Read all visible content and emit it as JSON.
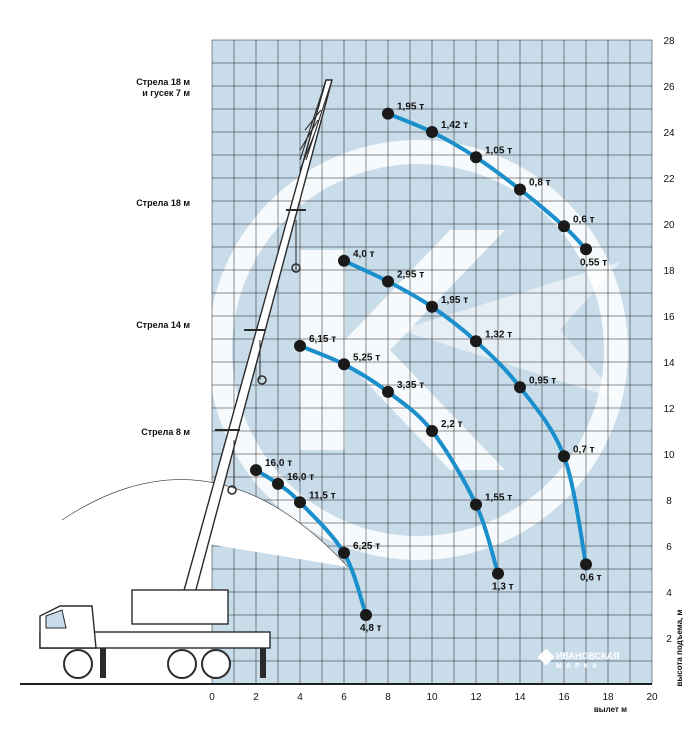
{
  "chart_data": {
    "type": "line",
    "xlabel": "вылет  м",
    "ylabel": "высота подъема, м",
    "xlim": [
      0,
      20
    ],
    "ylim": [
      0,
      28
    ],
    "x_ticks": [
      "0",
      "2",
      "4",
      "6",
      "8",
      "10",
      "12",
      "14",
      "16",
      "18",
      "20"
    ],
    "y_ticks": [
      "2",
      "4",
      "6",
      "8",
      "10",
      "12",
      "14",
      "16",
      "18",
      "20",
      "22",
      "24",
      "26",
      "28"
    ],
    "grid": true,
    "series": [
      {
        "name": "Стрела 8 м",
        "points": [
          {
            "x": 2.0,
            "y": 9.3,
            "label": "16,0 т"
          },
          {
            "x": 3.0,
            "y": 8.7,
            "label": "16,0 т"
          },
          {
            "x": 4.0,
            "y": 7.9,
            "label": "11,5 т"
          },
          {
            "x": 6.0,
            "y": 5.7,
            "label": "6,25 т"
          },
          {
            "x": 7.0,
            "y": 3.0,
            "label": "4,8 т"
          }
        ]
      },
      {
        "name": "Стрела 14 м",
        "points": [
          {
            "x": 4.0,
            "y": 14.7,
            "label": "6,15 т"
          },
          {
            "x": 6.0,
            "y": 13.9,
            "label": "5,25 т"
          },
          {
            "x": 8.0,
            "y": 12.7,
            "label": "3,35 т"
          },
          {
            "x": 10.0,
            "y": 11.0,
            "label": "2,2 т"
          },
          {
            "x": 12.0,
            "y": 7.8,
            "label": "1,55 т"
          },
          {
            "x": 13.0,
            "y": 4.8,
            "label": "1,3 т"
          }
        ]
      },
      {
        "name": "Стрела 18 м",
        "points": [
          {
            "x": 6.0,
            "y": 18.4,
            "label": "4,0 т"
          },
          {
            "x": 8.0,
            "y": 17.5,
            "label": "2,95 т"
          },
          {
            "x": 10.0,
            "y": 16.4,
            "label": "1,95 т"
          },
          {
            "x": 12.0,
            "y": 14.9,
            "label": "1,32 т"
          },
          {
            "x": 14.0,
            "y": 12.9,
            "label": "0,95 т"
          },
          {
            "x": 16.0,
            "y": 9.9,
            "label": "0,7 т"
          },
          {
            "x": 17.0,
            "y": 5.2,
            "label": "0,6 т"
          }
        ]
      },
      {
        "name": "Стрела 18 м и гусек 7 м",
        "points": [
          {
            "x": 8.0,
            "y": 24.8,
            "label": "1,95 т"
          },
          {
            "x": 10.0,
            "y": 24.0,
            "label": "1,42 т"
          },
          {
            "x": 12.0,
            "y": 22.9,
            "label": "1,05 т"
          },
          {
            "x": 14.0,
            "y": 21.5,
            "label": "0,8 т"
          },
          {
            "x": 16.0,
            "y": 19.9,
            "label": "0,6 т"
          },
          {
            "x": 17.0,
            "y": 18.9,
            "label": "0,55 т"
          }
        ]
      }
    ],
    "boom_labels": [
      "Стрела 18 м",
      "и гусек 7 м",
      "Стрела 18 м",
      "Стрела 14 м",
      "Стрела 8 м"
    ],
    "colors": {
      "background": "#c9dcea",
      "grid": "#1f1f1f",
      "curve": "#1a8fcb",
      "point": "#1a1a1a",
      "logo": "#ffffff",
      "crane": "#2a2a2a"
    }
  },
  "brand": {
    "line1": "ИВАНОВСКАЯ",
    "line2": "МАРКА"
  }
}
